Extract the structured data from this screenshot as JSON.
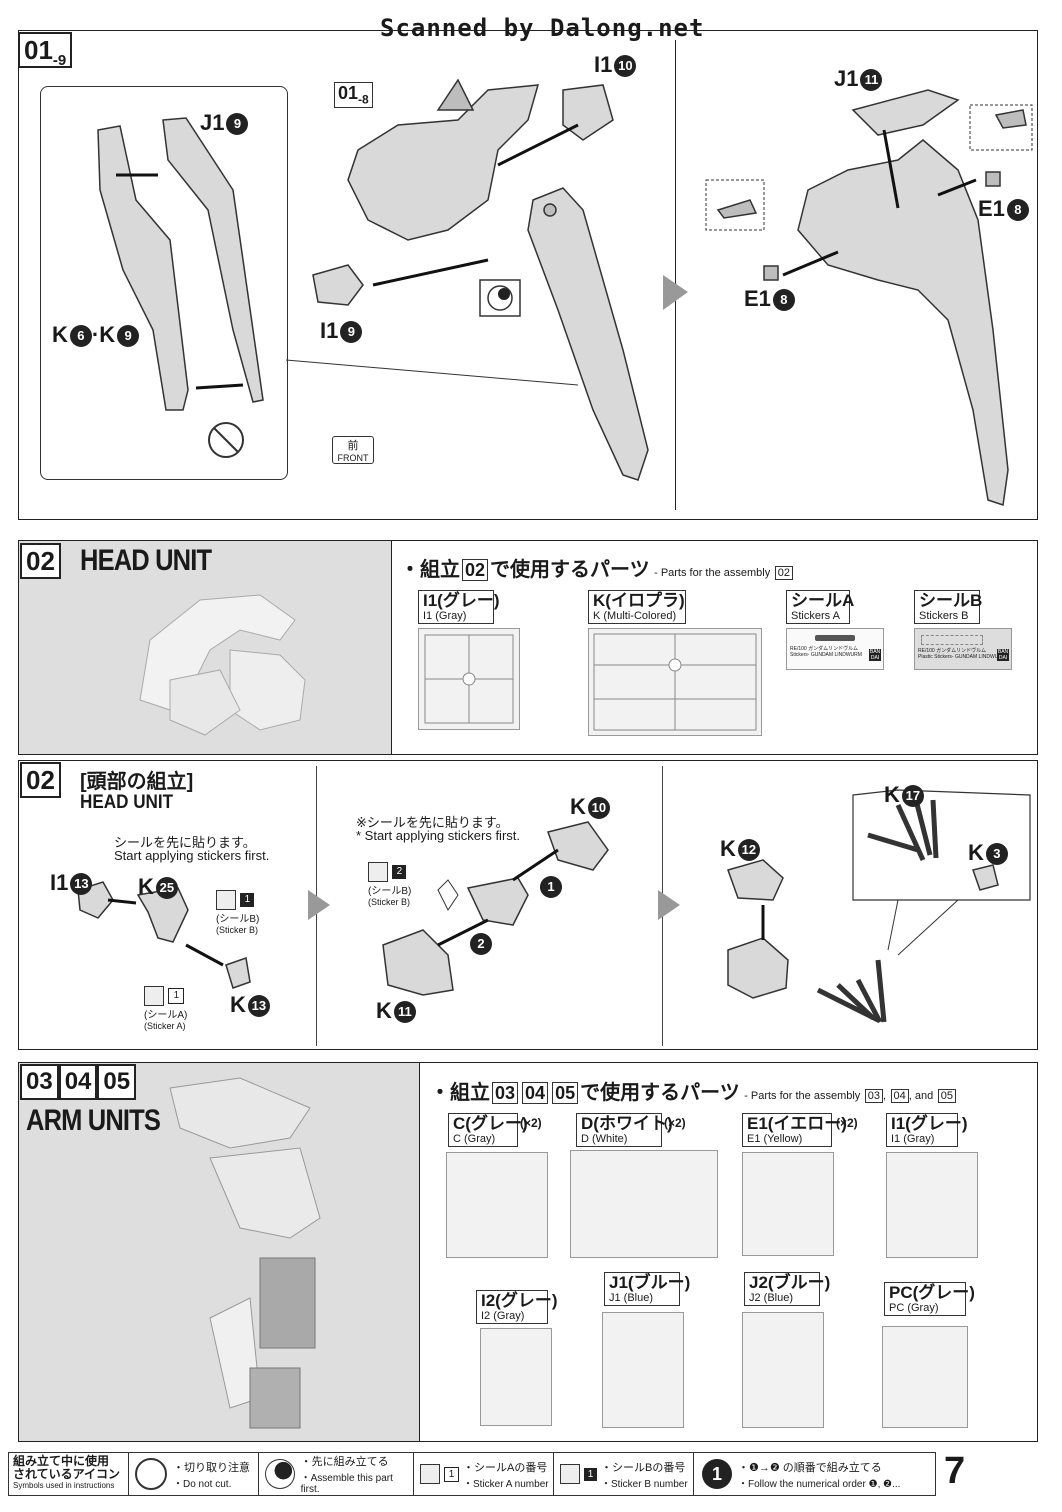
{
  "watermark": "Scanned by Dalong.net",
  "page_number": "7",
  "step_01_9": {
    "step_main": "01",
    "step_sub": "-9",
    "ref_step": "01",
    "ref_sub": "-8",
    "labels": {
      "j1_9": "J1",
      "j1_9_num": "9",
      "k6_k9": "K",
      "k6_num": "6",
      "k9_sep": "·K",
      "k9_num": "9",
      "i1_10": "I1",
      "i1_10_num": "10",
      "i1_9": "I1",
      "i1_9_num": "9",
      "j1_11": "J1",
      "j1_11_num": "11",
      "e1_8a": "E1",
      "e1_8a_num": "8",
      "e1_8b": "E1",
      "e1_8b_num": "8"
    },
    "front_jp": "前",
    "front_en": "FRONT"
  },
  "head_unit_header": {
    "step": "02",
    "title": "HEAD UNIT",
    "parts_heading_prefix": "・組立",
    "parts_heading_step": "02",
    "parts_heading_suffix": "で使用するパーツ",
    "parts_heading_en": "- Parts for the assembly",
    "parts_heading_en_step": "02",
    "parts": [
      {
        "jp": "I1(グレー)",
        "en": "I1 (Gray)"
      },
      {
        "jp": "K(イロプラ)",
        "en": "K (Multi-Colored)"
      },
      {
        "jp": "シールA",
        "en": "Stickers A"
      },
      {
        "jp": "シールB",
        "en": "Stickers B"
      }
    ],
    "sticker_a_line1": "RE/100 ガンダムリンドヴルム",
    "sticker_a_line2": "Stickers- GUNDAM LINDWURM",
    "sticker_b_line1": "RE/100 ガンダムリンドヴルム",
    "sticker_b_line2": "Plastic Stickers- GUNDAM LINDWURM",
    "bandai": "BAN DAI"
  },
  "head_unit_step": {
    "step": "02",
    "title_jp": "[頭部の組立]",
    "title_en": "HEAD UNIT",
    "note1_jp": "シールを先に貼ります。",
    "note1_en": "Start applying stickers first.",
    "note2_jp": "※シールを先に貼ります。",
    "note2_en": "* Start applying stickers first.",
    "sticker_b_num": "1",
    "sticker_b_jp": "(シールB)",
    "sticker_b_en": "(Sticker B)",
    "sticker_a_num": "1",
    "sticker_a_jp": "(シールA)",
    "sticker_a_en": "(Sticker A)",
    "sticker_b2_num": "2",
    "sticker_b2_jp": "(シールB)",
    "sticker_b2_en": "(Sticker B)",
    "order1": "1",
    "order2": "2",
    "labels": {
      "i1_13": "I1",
      "i1_13_num": "13",
      "k25": "K",
      "k25_num": "25",
      "k13": "K",
      "k13_num": "13",
      "k10": "K",
      "k10_num": "10",
      "k11": "K",
      "k11_num": "11",
      "k12": "K",
      "k12_num": "12",
      "k17": "K",
      "k17_num": "17",
      "k3": "K",
      "k3_num": "3"
    }
  },
  "arm_units": {
    "steps": [
      "03",
      "04",
      "05"
    ],
    "title": "ARM UNITS",
    "parts_heading_prefix": "・組立",
    "parts_heading_suffix": "で使用するパーツ",
    "parts_heading_en": "- Parts for the assembly",
    "parts_heading_and": ", and",
    "parts": [
      {
        "jp": "C(グレー)",
        "en": "C (Gray)",
        "mult": "(×2)"
      },
      {
        "jp": "D(ホワイト)",
        "en": "D (White)",
        "mult": "(×2)"
      },
      {
        "jp": "E1(イエロー)",
        "en": "E1 (Yellow)",
        "mult": "(×2)"
      },
      {
        "jp": "I1(グレー)",
        "en": "I1 (Gray)",
        "mult": ""
      },
      {
        "jp": "I2(グレー)",
        "en": "I2 (Gray)",
        "mult": ""
      },
      {
        "jp": "J1(ブルー)",
        "en": "J1 (Blue)",
        "mult": ""
      },
      {
        "jp": "J2(ブルー)",
        "en": "J2 (Blue)",
        "mult": ""
      },
      {
        "jp": "PC(グレー)",
        "en": "PC (Gray)",
        "mult": ""
      }
    ]
  },
  "footer": {
    "legend_title_jp1": "組み立て中に使用",
    "legend_title_jp2": "されているアイコン",
    "legend_title_en": "Symbols used in instructions",
    "items": [
      {
        "jp": "・切り取り注意",
        "en": "・Do not cut."
      },
      {
        "jp": "・先に組み立てる",
        "en": "・Assemble this part first."
      },
      {
        "jp": "・シールAの番号",
        "en": "・Sticker A number",
        "num": "1"
      },
      {
        "jp": "・シールBの番号",
        "en": "・Sticker B number",
        "num": "1"
      },
      {
        "jp": "・❶→❷ の順番で組み立てる",
        "en": "・Follow the numerical order ❶, ❷...",
        "num": "1"
      }
    ]
  }
}
